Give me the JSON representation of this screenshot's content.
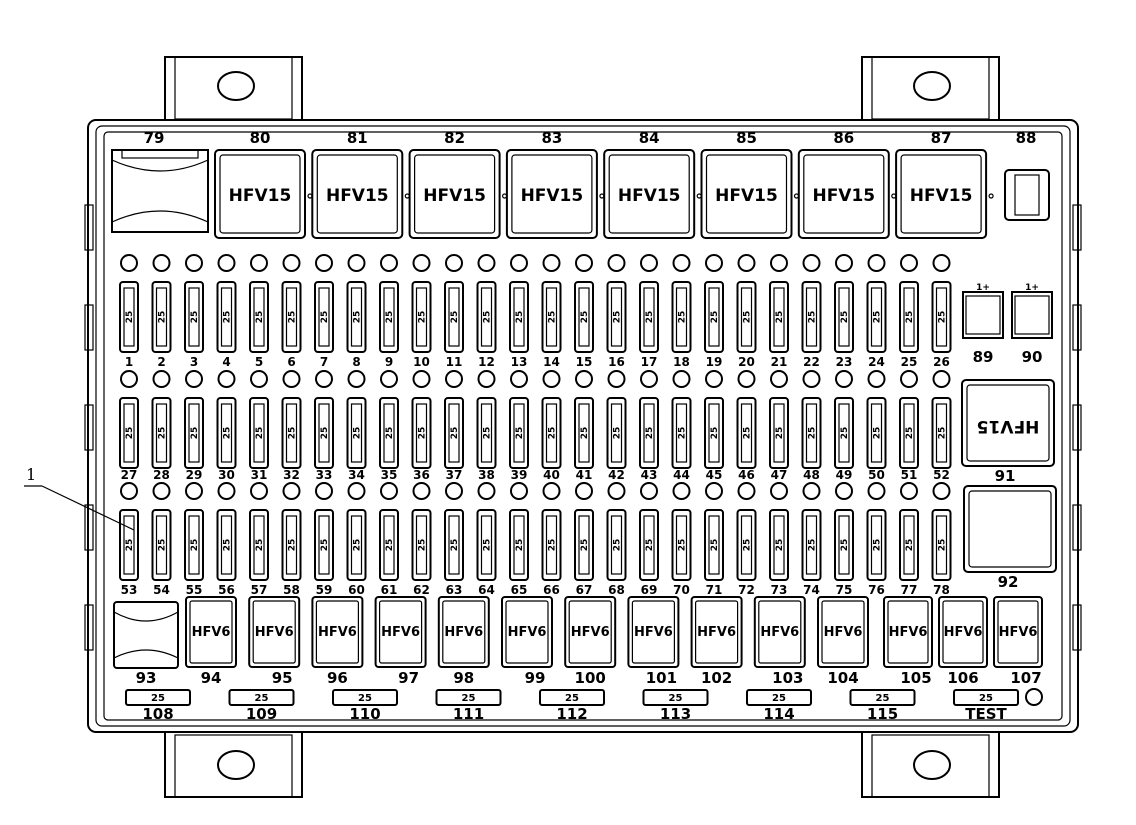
{
  "callout": {
    "label": "1"
  },
  "top_relays": {
    "first_label": "79",
    "items": [
      {
        "num": "80",
        "text": "HFV15"
      },
      {
        "num": "81",
        "text": "HFV15"
      },
      {
        "num": "82",
        "text": "HFV15"
      },
      {
        "num": "83",
        "text": "HFV15"
      },
      {
        "num": "84",
        "text": "HFV15"
      },
      {
        "num": "85",
        "text": "HFV15"
      },
      {
        "num": "86",
        "text": "HFV15"
      },
      {
        "num": "87",
        "text": "HFV15"
      }
    ],
    "last_label": "88"
  },
  "fuse_rating": "25",
  "fuse_rows": [
    [
      "1",
      "2",
      "3",
      "4",
      "5",
      "6",
      "7",
      "8",
      "9",
      "10",
      "11",
      "12",
      "13",
      "14",
      "15",
      "16",
      "17",
      "18",
      "19",
      "20",
      "21",
      "22",
      "23",
      "24",
      "25",
      "26"
    ],
    [
      "27",
      "28",
      "29",
      "30",
      "31",
      "32",
      "33",
      "34",
      "35",
      "36",
      "37",
      "38",
      "39",
      "40",
      "41",
      "42",
      "43",
      "44",
      "45",
      "46",
      "47",
      "48",
      "49",
      "50",
      "51",
      "52"
    ],
    [
      "53",
      "54",
      "55",
      "56",
      "57",
      "58",
      "59",
      "60",
      "61",
      "62",
      "63",
      "64",
      "65",
      "66",
      "67",
      "68",
      "69",
      "70",
      "71",
      "72",
      "73",
      "74",
      "75",
      "76",
      "77",
      "78"
    ]
  ],
  "right_side": {
    "small_relays": [
      {
        "num": "89",
        "mark": "1+"
      },
      {
        "num": "90",
        "mark": "1+"
      }
    ],
    "rotated_relay": {
      "num": "91",
      "text": "HFV15"
    },
    "blank_relay": {
      "num": "92"
    }
  },
  "bottom_relays": {
    "first_label": "93",
    "items": [
      {
        "num": "94",
        "text": "HFV6"
      },
      {
        "num": "95",
        "text": "HFV6"
      },
      {
        "num": "96",
        "text": "HFV6"
      },
      {
        "num": "97",
        "text": "HFV6"
      },
      {
        "num": "98",
        "text": "HFV6"
      },
      {
        "num": "99",
        "text": "HFV6"
      },
      {
        "num": "100",
        "text": "HFV6"
      },
      {
        "num": "101",
        "text": "HFV6"
      },
      {
        "num": "102",
        "text": "HFV6"
      },
      {
        "num": "103",
        "text": "HFV6"
      },
      {
        "num": "104",
        "text": "HFV6"
      },
      {
        "num": "105",
        "text": "HFV6"
      },
      {
        "num": "106",
        "text": "HFV6"
      },
      {
        "num": "107",
        "text": "HFV6"
      }
    ]
  },
  "bottom_fuses": [
    {
      "num": "108",
      "rating": "25"
    },
    {
      "num": "109",
      "rating": "25"
    },
    {
      "num": "110",
      "rating": "25"
    },
    {
      "num": "111",
      "rating": "25"
    },
    {
      "num": "112",
      "rating": "25"
    },
    {
      "num": "113",
      "rating": "25"
    },
    {
      "num": "114",
      "rating": "25"
    },
    {
      "num": "115",
      "rating": "25"
    },
    {
      "num": "TEST",
      "rating": "25"
    }
  ]
}
